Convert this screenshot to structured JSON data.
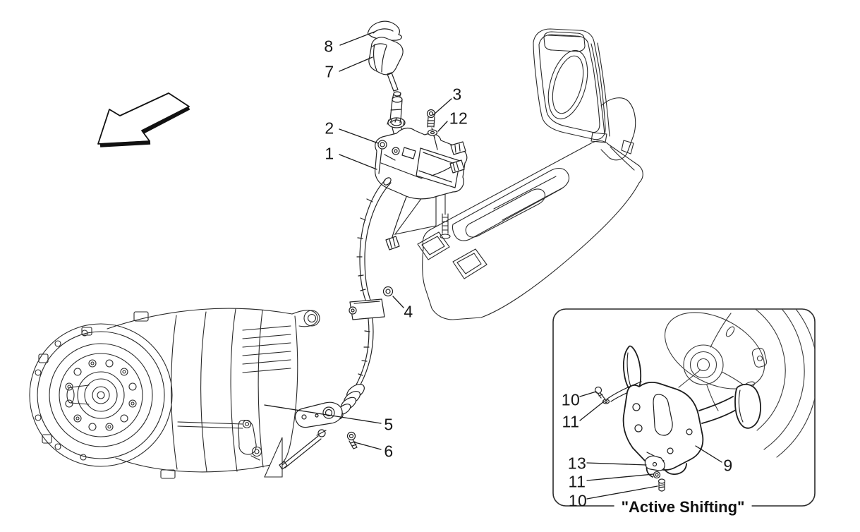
{
  "figure": {
    "type": "exploded-parts-diagram",
    "background_color": "#ffffff",
    "line_color": "#1f1f1f",
    "icons": [
      {
        "name": "direction-arrow-icon",
        "shape": "outlined 3D arrow pointing lower-left"
      }
    ],
    "callouts": [
      {
        "part": "8"
      },
      {
        "part": "7"
      },
      {
        "part": "3"
      },
      {
        "part": "12"
      },
      {
        "part": "2"
      },
      {
        "part": "1"
      },
      {
        "part": "4"
      },
      {
        "part": "5"
      },
      {
        "part": "6"
      },
      {
        "part": "10"
      },
      {
        "part": "11"
      },
      {
        "part": "13"
      },
      {
        "part": "11"
      },
      {
        "part": "10"
      },
      {
        "part": "9"
      }
    ],
    "inset": {
      "caption": "\"Active Shifting\""
    }
  }
}
